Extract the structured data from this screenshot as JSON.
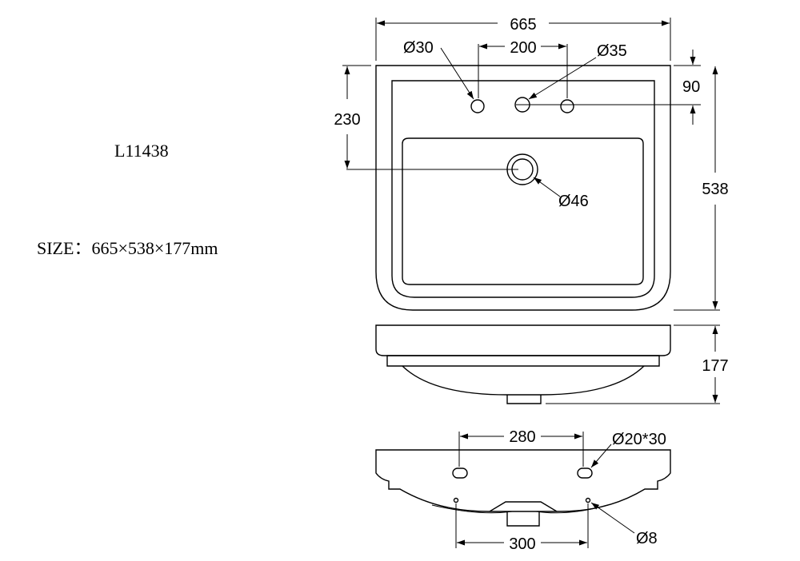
{
  "model": "L11438",
  "size_label": "SIZE：665×538×177mm",
  "top_view": {
    "width": "665",
    "tap_spacing": "200",
    "left_hole": "Ø30",
    "center_hole": "Ø35",
    "hole_offset": "90",
    "drain_distance": "230",
    "depth": "538",
    "drain": "Ø46"
  },
  "side_view": {
    "height": "177"
  },
  "back_view": {
    "bracket_spacing": "280",
    "slot": "Ø20*30",
    "hole_spacing": "300",
    "small_hole": "Ø8"
  }
}
